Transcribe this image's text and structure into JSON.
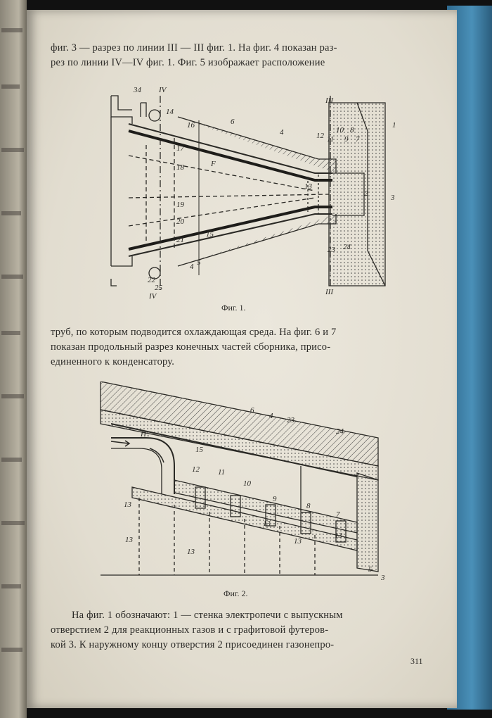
{
  "page": {
    "intro_lines": [
      "фиг. 3 — разрез по линии III — III фиг. 1. На фиг. 4 показан раз-",
      "рез по линии IV—IV фиг. 1. Фиг. 5 изображает расположение"
    ],
    "middle_lines": [
      "труб, по которым подводится охлаждающая среда. На фиг. 6 и 7",
      "показан продольный разрез конечных частей сборника, присо-",
      "единенного к конденсатору."
    ],
    "bottom_lines": [
      "На фиг. 1 обозначают: 1 — стенка электропечи с выпускным",
      "отверстием 2 для реакционных газов и с графитовой футеров-",
      "кой 3. К наружному концу отверстия 2 присоединен газонепро-"
    ],
    "page_number": "311"
  },
  "figure1": {
    "caption": "Фиг. 1.",
    "labels": {
      "l34": "34",
      "lIVtop": "IV",
      "lIVbot": "IV",
      "l14": "14",
      "l16": "16",
      "l6": "6",
      "l4top": "4",
      "lIIItop": "III",
      "lIIIbot": "III",
      "l12": "12",
      "l11": "11",
      "l10": "10",
      "l9": "9",
      "l8": "8",
      "l7": "7",
      "l1": "1",
      "l17": "17",
      "l18": "18",
      "l13": "13",
      "l2": "2",
      "l3": "3",
      "l19": "19",
      "l20": "20",
      "l21": "21",
      "l15": "15",
      "l5": "5",
      "l4bot": "4",
      "l22": "22",
      "l23": "23",
      "l24": "24",
      "l25": "25",
      "lF": "F"
    }
  },
  "figure2": {
    "caption": "Фиг. 2.",
    "labels": {
      "l6": "6",
      "l4": "4",
      "l23": "23",
      "l24": "24",
      "lH2": "H₂",
      "l15": "15",
      "l12": "12",
      "l11": "11",
      "l10": "10",
      "l9": "9",
      "l8": "8",
      "l7": "7",
      "l13a": "13",
      "l13b": "13",
      "l13c": "13",
      "l13d": "13",
      "l13e": "13",
      "l13f": "13",
      "l5": "5",
      "l3": "3"
    }
  }
}
